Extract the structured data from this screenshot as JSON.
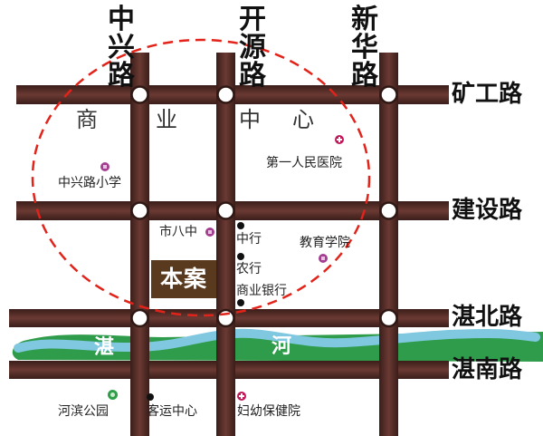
{
  "roads": {
    "vertical": [
      {
        "id": "zhongxing",
        "name": "中兴路",
        "chars": [
          "中",
          "兴",
          "路"
        ]
      },
      {
        "id": "kaiyuan",
        "name": "开源路",
        "chars": [
          "开",
          "源",
          "路"
        ]
      },
      {
        "id": "xinhua",
        "name": "新华路",
        "chars": [
          "新",
          "华",
          "路"
        ]
      }
    ],
    "horizontal": [
      {
        "id": "kuanggong",
        "name": "矿工路"
      },
      {
        "id": "jianshe",
        "name": "建设路"
      },
      {
        "id": "zhanbei",
        "name": "湛北路"
      },
      {
        "id": "zhannan",
        "name": "湛南路"
      }
    ]
  },
  "district": {
    "chars": [
      "商",
      "业",
      "中",
      "心"
    ]
  },
  "project": {
    "label": "本案"
  },
  "river": {
    "chars": [
      "湛",
      "河"
    ]
  },
  "pois": {
    "first_hospital": "第一人民医院",
    "zhongxing_school": "中兴路小学",
    "shi_ba_zhong": "市八中",
    "boc": "中行",
    "abc": "农行",
    "commercial_bank": "商业银行",
    "education_college": "教育学院",
    "riverside_park": "河滨公园",
    "bus_center": "客运中心",
    "maternal_hospital": "妇幼保健院"
  },
  "colors": {
    "road": "#5b2f2a",
    "road_edge": "#2f1714",
    "river_band": "#2e9c4a",
    "river_water": "#7fc8df",
    "circle": "#e2231a",
    "project_box": "#5a3a1f"
  },
  "icons": {
    "hospital": "cross-icon",
    "school": "school-icon",
    "park": "park-icon",
    "bank": "dot-marker",
    "bus": "dot-marker"
  }
}
